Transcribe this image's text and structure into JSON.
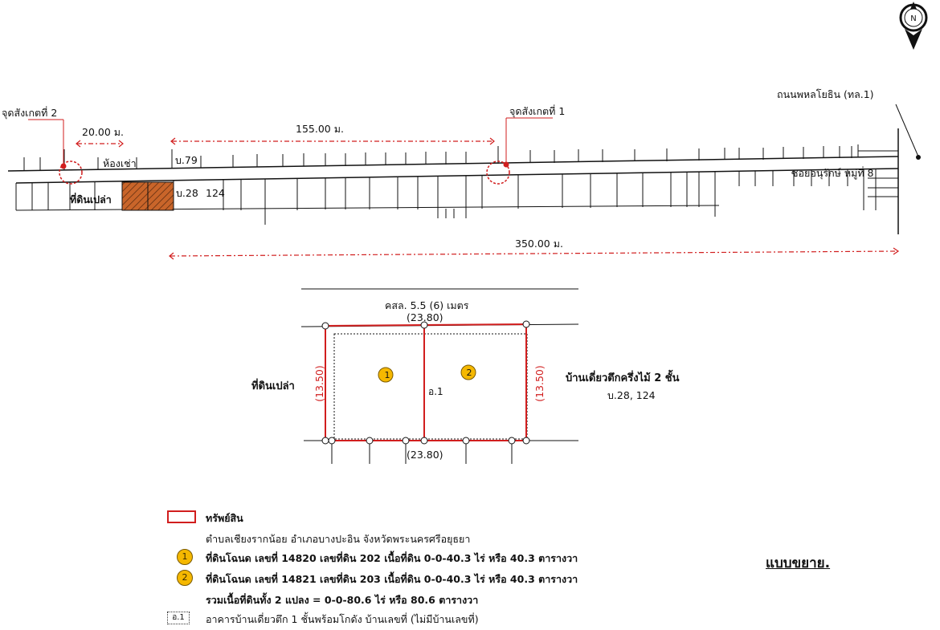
{
  "compass": {
    "label": "N"
  },
  "labels": {
    "road_name": "ถนนพหลโยธิน (ทล.1)",
    "soi_name": "ซอยอนุรักษ์ หมู่ที่ 8",
    "obs_point_2": "จุดสังเกตที่ 2",
    "obs_point_1": "จุดสังเกตที่ 1",
    "dist_20": "20.00 ม.",
    "dist_155": "155.00 ม.",
    "dist_350": "350.00 ม.",
    "rental_room": "ห้องเช่า",
    "house_79": "บ.79",
    "vacant_land": "ที่ดินเปล่า",
    "house_28": "บ.28",
    "num_124": "124"
  },
  "detail": {
    "road_width": "คสล. 5.5 (6) เมตร",
    "top_dim": "(23.80)",
    "bottom_dim": "(23.80)",
    "left_dim": "(13.50)",
    "right_dim": "(13.50)",
    "vacant_land": "ที่ดินเปล่า",
    "neighbor_house": "บ้านเดี่ยวตึกครึ่งไม้ 2 ชั้น",
    "neighbor_no": "บ.28, 124",
    "building_code": "อ.1",
    "plot1": "1",
    "plot2": "2"
  },
  "legend": {
    "asset": "ทรัพย์สิน",
    "location": "ตำบลเชียงรากน้อย อำเภอบางปะอิน จังหวัดพระนครศรีอยุธยา",
    "plot1_badge": "1",
    "plot1_text": "ที่ดินโฉนด เลขที่ 14820 เลขที่ดิน 202 เนื้อที่ดิน 0-0-40.3 ไร่ หรือ 40.3 ตารางวา",
    "plot2_badge": "2",
    "plot2_text": "ที่ดินโฉนด เลขที่ 14821 เลขที่ดิน 203 เนื้อที่ดิน 0-0-40.3 ไร่ หรือ 40.3 ตารางวา",
    "total_text": "รวมเนื้อที่ดินทั้ง 2 แปลง = 0-0-80.6 ไร่ หรือ 80.6 ตารางวา",
    "building_code": "อ.1",
    "building_text": "อาคารบ้านเดี่ยวตึก 1 ชั้นพร้อมโกดัง บ้านเลขที่ (ไม่มีบ้านเลขที่)"
  },
  "title": "แบบขยาย.",
  "colors": {
    "red": "#d11e1e",
    "plot_fill": "#c9652a",
    "badge": "#f5b800"
  }
}
